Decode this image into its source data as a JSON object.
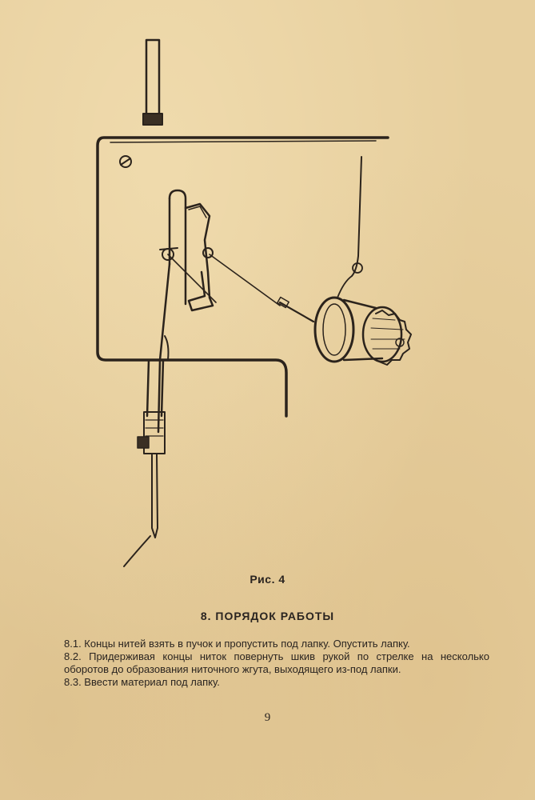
{
  "figure_caption": "Рис. 4",
  "section": {
    "heading": "8. ПОРЯДОК  РАБОТЫ",
    "paragraphs": [
      "8.1. Концы нитей взять в пучок и пропустить под лапку. Опустить лапку.",
      "8.2. Придерживая концы ниток повернуть шкив рукой по стрелке на несколько оборотов до образования ниточного жгута, выходящего из-под лапки.",
      "8.3. Ввести материал под лапку."
    ]
  },
  "page_number": "9"
}
